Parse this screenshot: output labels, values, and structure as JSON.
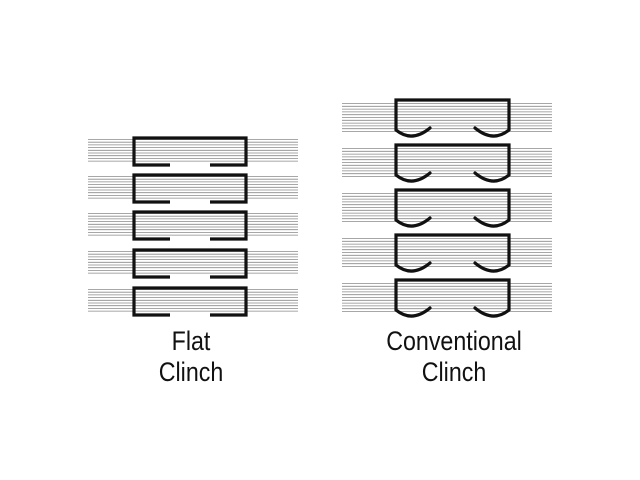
{
  "flat_clinch": {
    "line1": "Flat",
    "line2": "Clinch"
  },
  "conventional_clinch": {
    "line1": "Conventional",
    "line2": "Clinch"
  },
  "colors": {
    "staple": "#111111",
    "paper": "#8a8a8a",
    "background": "#ffffff"
  }
}
